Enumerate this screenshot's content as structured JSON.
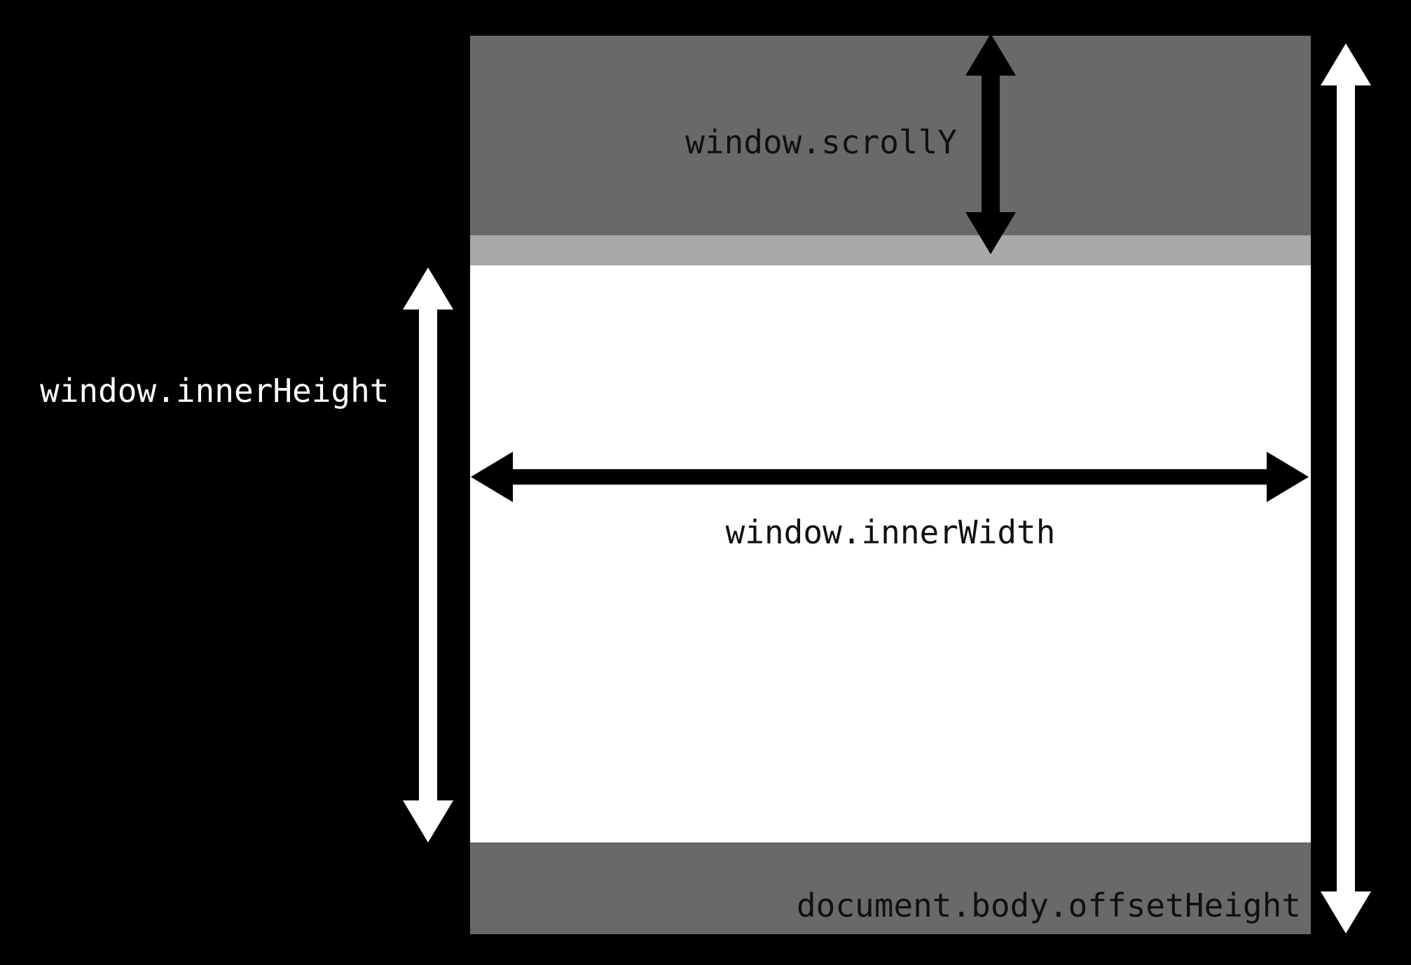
{
  "labels": {
    "scroll_y": "window.scrollY",
    "inner_height": "window.innerHeight",
    "inner_width": "window.innerWidth",
    "offset_height": "document.body.offsetHeight"
  },
  "arrows": {
    "scroll_y": "vertical-double-arrow-dark",
    "inner_height": "vertical-double-arrow-light",
    "inner_width": "horizontal-double-arrow-dark",
    "offset_height": "vertical-double-arrow-light"
  },
  "colors": {
    "page_background": "#000000",
    "scrolled_out_region": "#696969",
    "partial_strip": "#A9A9A9",
    "viewport_region": "#FFFFFF",
    "below_viewport_region": "#696969",
    "dark_arrow": "#000000",
    "light_arrow": "#FFFFFF",
    "dark_label_text": "#111111",
    "light_label_text": "#FFFFFF"
  }
}
